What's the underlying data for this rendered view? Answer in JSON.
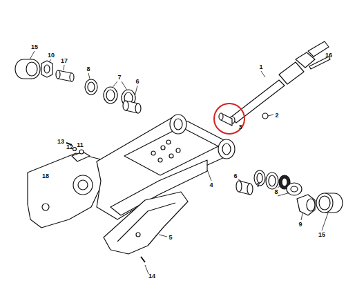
{
  "diagram": {
    "labels": [
      "15",
      "10",
      "17",
      "8",
      "7",
      "6",
      "1",
      "16",
      "3",
      "2",
      "13",
      "12",
      "11",
      "18",
      "4",
      "6",
      "7",
      "8",
      "9",
      "15",
      "5",
      "14"
    ]
  }
}
